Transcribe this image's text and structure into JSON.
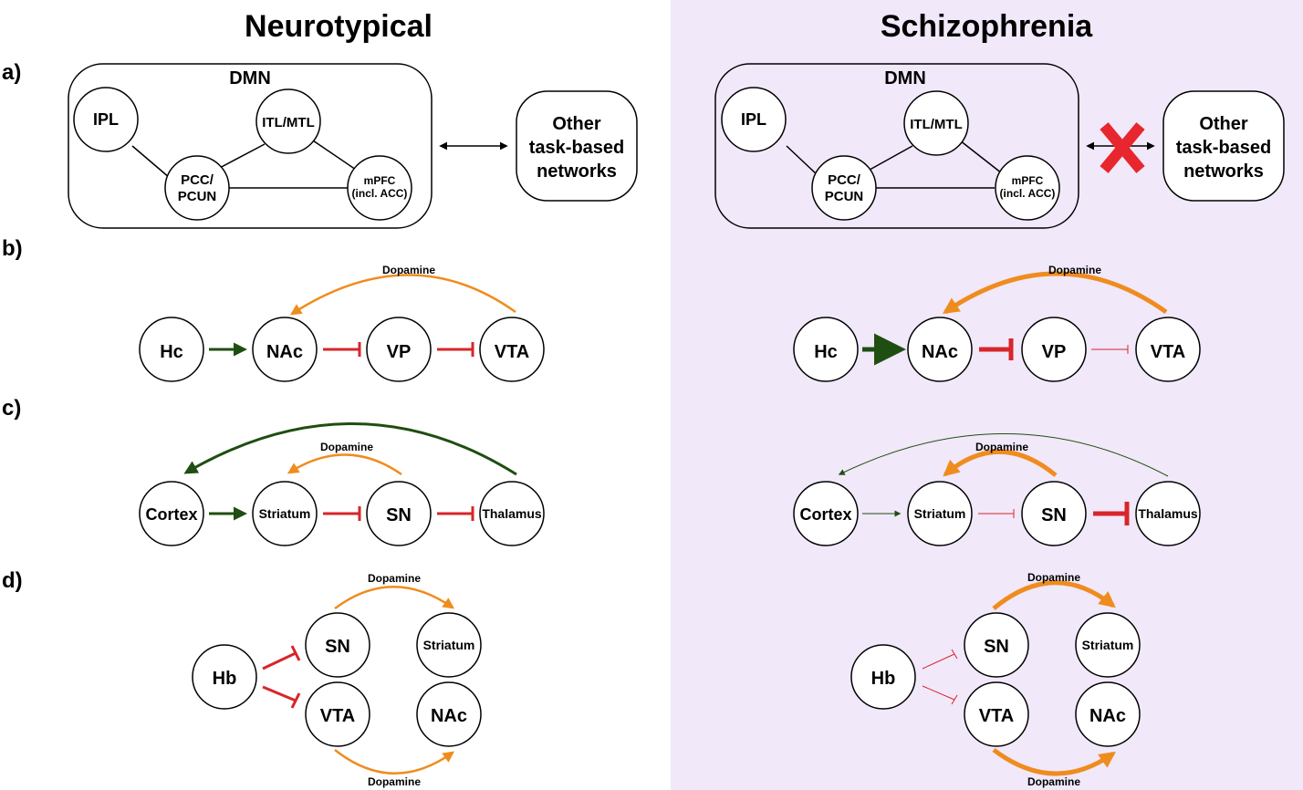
{
  "titles": {
    "left": "Neurotypical",
    "right": "Schizophrenia"
  },
  "panels": [
    "a)",
    "b)",
    "c)",
    "d)"
  ],
  "colors": {
    "right_background": "#f1e8fa",
    "excitatory": "#1f4e12",
    "inhibitory": "#d7262a",
    "dopamine": "#ef8c1e",
    "block_x": "#e8262d"
  },
  "a": {
    "group": "DMN",
    "ipl": "IPL",
    "itl": "ITL/MTL",
    "pcc1": "PCC/",
    "pcc2": "PCUN",
    "mpfc1": "mPFC",
    "mpfc2": "(incl. ACC)",
    "other1": "Other",
    "other2": "task-based",
    "other3": "networks"
  },
  "b": {
    "dopamine": "Dopamine",
    "hc": "Hc",
    "nac": "NAc",
    "vp": "VP",
    "vta": "VTA"
  },
  "c": {
    "dopamine": "Dopamine",
    "cortex": "Cortex",
    "striatum": "Striatum",
    "sn": "SN",
    "thalamus": "Thalamus"
  },
  "d": {
    "dopamine": "Dopamine",
    "hb": "Hb",
    "sn": "SN",
    "vta": "VTA",
    "striatum": "Striatum",
    "nac": "NAc"
  }
}
